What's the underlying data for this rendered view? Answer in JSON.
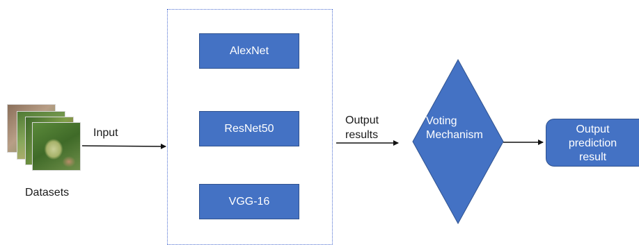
{
  "labels": {
    "input": "Input",
    "datasets": "Datasets",
    "output_results_line1": "Output",
    "output_results_line2": "results"
  },
  "models": [
    "AlexNet",
    "ResNet50",
    "VGG-16"
  ],
  "voting": {
    "line1": "Voting",
    "line2": "Mechanism"
  },
  "final_output": {
    "line1": "Output",
    "line2": "prediction",
    "line3": "result"
  },
  "colors": {
    "box_fill": "#4472c4",
    "box_border": "#2f528f",
    "panel_border": "#4a6bd0",
    "arrow": "#111111"
  }
}
